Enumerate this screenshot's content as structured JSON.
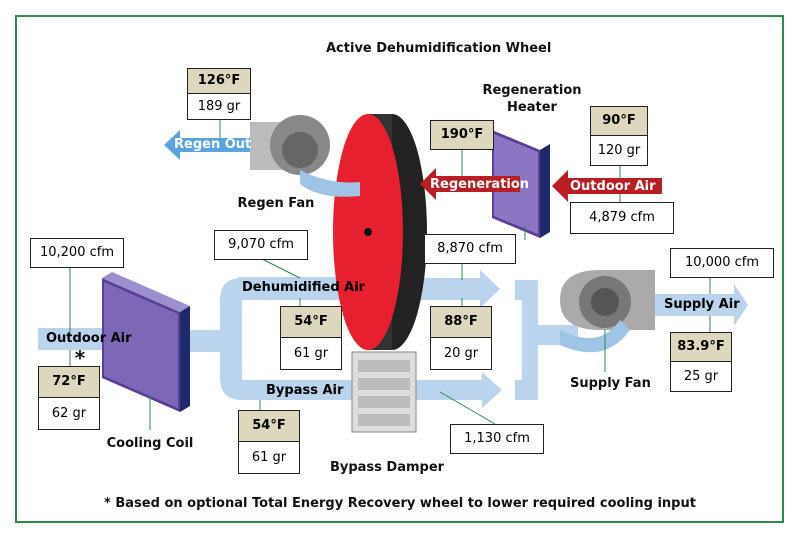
{
  "colors": {
    "frame": "#2e8a4e",
    "air": "#b9d4ec",
    "air_dark": "#5aa3df",
    "wheel": "#e6202e",
    "regen": "#b81e24",
    "coil": "#6e5aa8",
    "note_bg": "#ddd8bd"
  },
  "labels": {
    "wheel": "Active Dehumidification Wheel",
    "regen_heater": "Regeneration Heater",
    "regen_fan": "Regen Fan",
    "cooling_coil": "Cooling Coil",
    "bypass_damper": "Bypass Damper",
    "supply_fan": "Supply Fan",
    "asterisk": "*"
  },
  "arrows": {
    "regen_out": "Regen Out",
    "regeneration": "Regeneration",
    "outdoor_air_regen": "Outdoor Air",
    "outdoor_air": "Outdoor Air",
    "dehumidified_air": "Dehumidified Air",
    "bypass_air": "Bypass Air",
    "supply_air": "Supply Air"
  },
  "conditions": {
    "regen_out": {
      "temp": "126°F",
      "gr": "189 gr"
    },
    "regen_in": {
      "temp": "190°F"
    },
    "outdoor_regen": {
      "temp": "90°F",
      "gr": "120 gr"
    },
    "outdoor": {
      "temp": "72°F",
      "gr": "62 gr"
    },
    "dehum_in": {
      "temp": "54°F",
      "gr": "61 gr"
    },
    "dehum_out": {
      "temp": "88°F",
      "gr": "20 gr"
    },
    "bypass": {
      "temp": "54°F",
      "gr": "61 gr"
    },
    "supply": {
      "temp": "83.9°F",
      "gr": "25 gr"
    }
  },
  "flows": {
    "outdoor": "10,200 cfm",
    "dehum_in": "9,070 cfm",
    "dehum_out": "8,870 cfm",
    "regen_outdoor": "4,879 cfm",
    "supply": "10,000 cfm",
    "bypass": "1,130 cfm"
  },
  "footnote": "* Based on optional Total Energy Recovery wheel to lower required cooling input"
}
